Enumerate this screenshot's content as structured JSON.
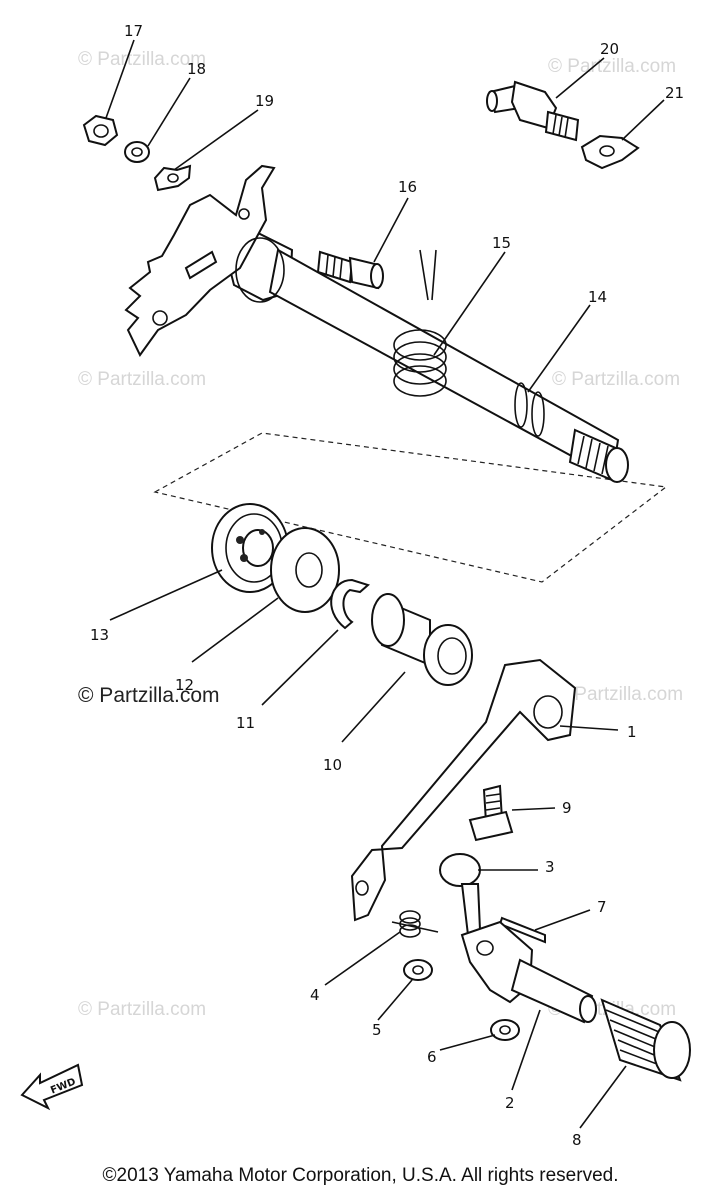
{
  "callouts": [
    "1",
    "2",
    "3",
    "4",
    "5",
    "6",
    "7",
    "8",
    "9",
    "10",
    "11",
    "12",
    "13",
    "14",
    "15",
    "16",
    "17",
    "18",
    "19",
    "20",
    "21"
  ],
  "watermark": "© Partzilla.com",
  "fwd_label": "FWD",
  "copyright": "©2013 Yamaha Motor Corporation, U.S.A. All rights reserved."
}
